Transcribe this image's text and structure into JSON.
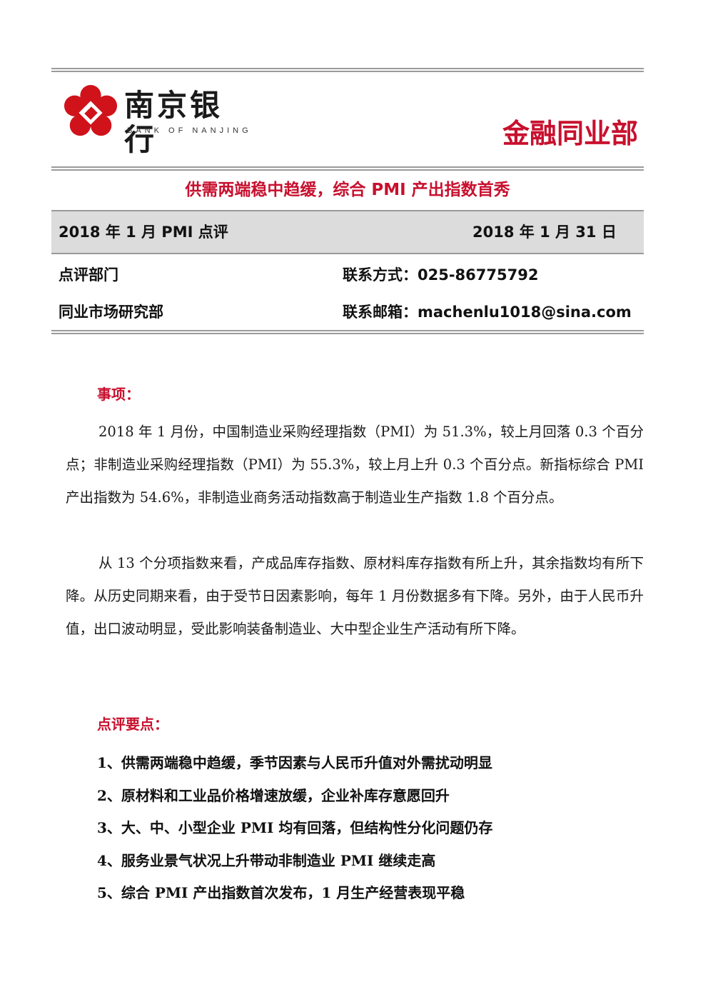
{
  "header": {
    "logo_cn": "南京银行",
    "logo_en": "BANK OF NANJING",
    "department": "金融同业部"
  },
  "headline": "供需两端稳中趋缓，综合 PMI 产出指数首秀",
  "band": {
    "report_name": "2018 年 1 月 PMI 点评",
    "report_date": "2018 年 1 月 31 日"
  },
  "info": {
    "dept_label": "点评部门",
    "dept_value": "同业市场研究部",
    "phone": "联系方式：025-86775792",
    "email": "联系邮箱：machenlu1018@sina.com"
  },
  "matters": {
    "title": "事项：",
    "paragraphs": [
      "2018 年 1 月份，中国制造业采购经理指数（PMI）为 51.3%，较上月回落 0.3 个百分点；非制造业采购经理指数（PMI）为 55.3%，较上月上升 0.3 个百分点。新指标综合 PMI 产出指数为 54.6%，非制造业商务活动指数高于制造业生产指数 1.8 个百分点。",
      "从 13 个分项指数来看，产成品库存指数、原材料库存指数有所上升，其余指数均有所下降。从历史同期来看，由于受节日因素影响，每年 1 月份数据多有下降。另外，由于人民币升值，出口波动明显，受此影响装备制造业、大中型企业生产活动有所下降。"
    ]
  },
  "keypoints": {
    "title": "点评要点：",
    "items": [
      "1、供需两端稳中趋缓，季节因素与人民币升值对外需扰动明显",
      "2、原材料和工业品价格增速放缓，企业补库存意愿回升",
      "3、大、中、小型企业 PMI 均有回落，但结构性分化问题仍存",
      "4、服务业景气状况上升带动非制造业 PMI 继续走高",
      "5、综合 PMI 产出指数首次发布，1 月生产经营表现平稳"
    ]
  },
  "colors": {
    "accent": "#c8102e",
    "rule": "#9a9a9a",
    "band": "#dcdcdc"
  }
}
